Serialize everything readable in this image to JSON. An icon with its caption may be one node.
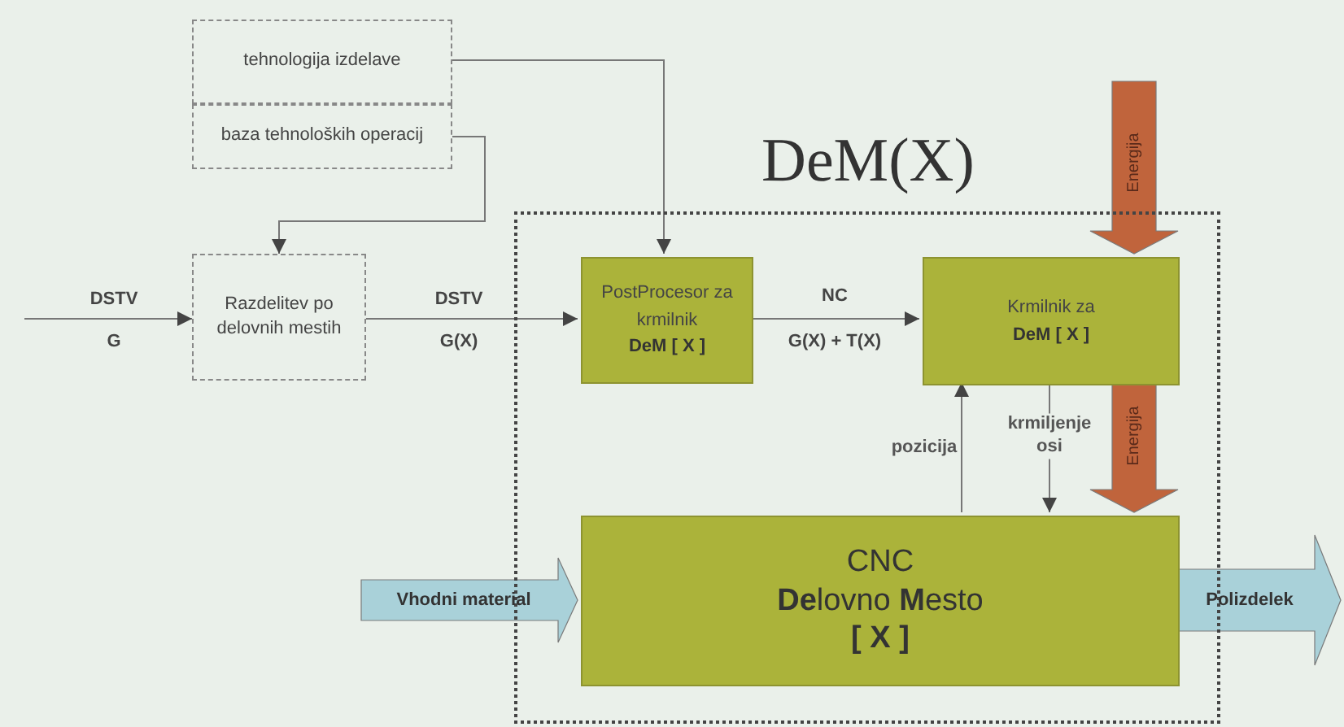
{
  "diagram": {
    "nodes": [
      {
        "text": [
          "DeM(X)"
        ]
      },
      {
        "text": [
          "tehnologija izdelave"
        ]
      },
      {
        "text": [
          "baza tehnoloških operacij"
        ]
      },
      {
        "text": [
          "Razdelitev po delovnih mestih"
        ]
      },
      {
        "text": [
          "PostProcesor za krmilnik",
          "DeM [ X ]"
        ],
        "in": 0
      },
      {
        "text": [
          "Krmilnik za",
          "DeM [ X ]"
        ],
        "in": 0
      },
      {
        "text": [
          "CNC",
          "**De**lovno **M**esto",
          "[ X ]"
        ],
        "in": 0
      }
    ],
    "edges": [
      {
        "from": 1,
        "to": 4,
        "arrow": "to"
      },
      {
        "from": 2,
        "to": 3,
        "arrow": "to"
      },
      {
        "from": null,
        "to": 3,
        "arrow": "to",
        "label": "DSTV"
      },
      {
        "from": 3,
        "to": 4,
        "arrow": "to",
        "label": "DSTV"
      },
      {
        "from": 4,
        "to": 5,
        "arrow": "to",
        "label": "NC"
      },
      {
        "from": 6,
        "to": 5,
        "arrow": "to",
        "label": "pozicija"
      },
      {
        "from": 5,
        "to": 6,
        "arrow": "to",
        "label": "krmiljenje osi"
      },
      {
        "from": null,
        "to": 5,
        "arrow": "to",
        "label": "Energija",
        "style": "thick",
        "color": "#c0643c"
      },
      {
        "from": 5,
        "to": 6,
        "arrow": "to",
        "label": "Energija",
        "style": "thick",
        "color": "#c0643c"
      },
      {
        "from": null,
        "to": 6,
        "arrow": "to",
        "label": "Vhodni material",
        "style": "thick",
        "color": "#a9d1d9"
      },
      {
        "from": 6,
        "to": null,
        "arrow": "to",
        "label": "Polizdelek",
        "style": "thick",
        "color": "#a9d1d9"
      }
    ],
    "labels": [
      "G",
      "G(X)",
      "G(X) + T(X)"
    ]
  }
}
